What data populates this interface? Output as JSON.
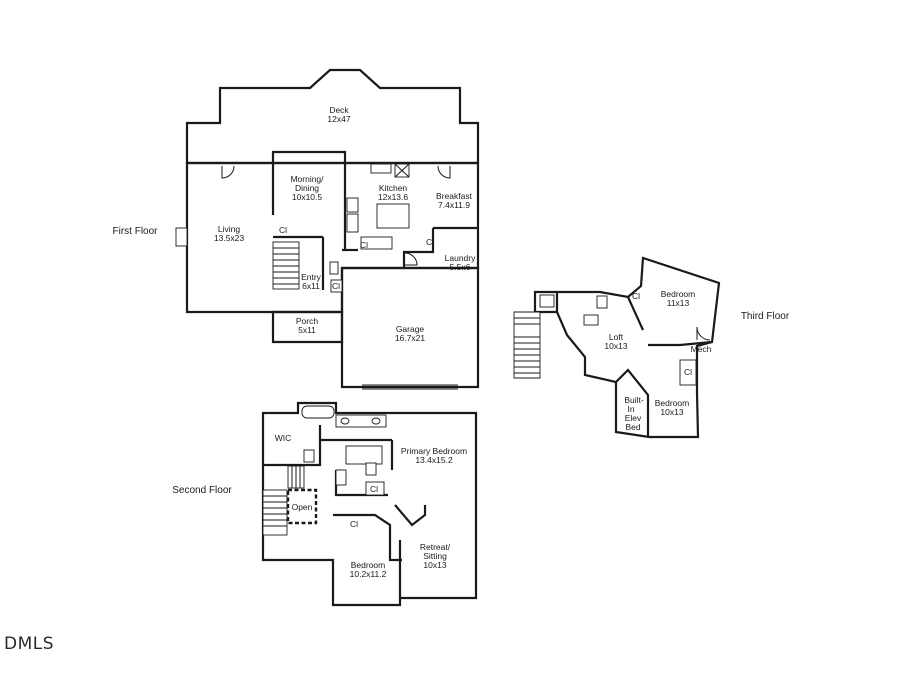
{
  "floors": {
    "first": "First Floor",
    "second": "Second Floor",
    "third": "Third Floor"
  },
  "rooms": {
    "deck": {
      "name": "Deck",
      "size": "12x47"
    },
    "morning_dining": {
      "name1": "Morning/",
      "name2": "Dining",
      "size": "10x10.5"
    },
    "kitchen": {
      "name": "Kitchen",
      "size": "12x13.6"
    },
    "breakfast": {
      "name": "Breakfast",
      "size": "7.4x11.9"
    },
    "living": {
      "name": "Living",
      "size": "13.5x23"
    },
    "laundry": {
      "name": "Laundry",
      "size": "5.5x6"
    },
    "entry": {
      "name": "Entry",
      "size": "6x11"
    },
    "porch": {
      "name": "Porch",
      "size": "5x11"
    },
    "garage": {
      "name": "Garage",
      "size": "16.7x21"
    },
    "wic": {
      "name": "WIC"
    },
    "primary_bedroom": {
      "name": "Primary Bedroom",
      "size": "13.4x15.2"
    },
    "open": {
      "name": "Open"
    },
    "bedroom_2": {
      "name": "Bedroom",
      "size": "10.2x11.2"
    },
    "retreat": {
      "name1": "Retreat/",
      "name2": "Sitting",
      "size": "10x13"
    },
    "bedroom_3_1": {
      "name": "Bedroom",
      "size": "11x13"
    },
    "loft": {
      "name": "Loft",
      "size": "10x13"
    },
    "mech": {
      "name": "Mech"
    },
    "builtin": {
      "l1": "Built-",
      "l2": "In",
      "l3": "Elev",
      "l4": "Bed"
    },
    "bedroom_3_2": {
      "name": "Bedroom",
      "size": "10x13"
    }
  },
  "closet_label": "Cl",
  "watermark": "DMLS"
}
